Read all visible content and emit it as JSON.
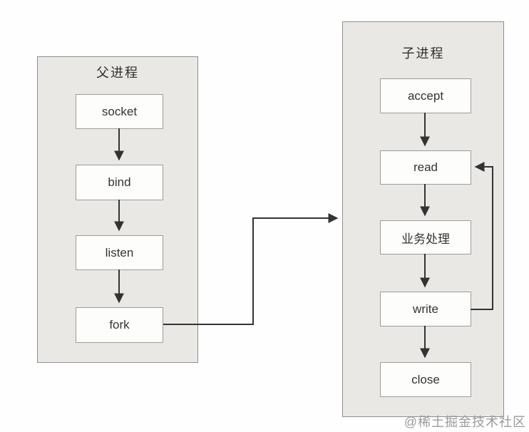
{
  "diagram": {
    "groups": [
      {
        "title": "父进程",
        "nodes": [
          "socket",
          "bind",
          "listen",
          "fork"
        ]
      },
      {
        "title": "子进程",
        "nodes": [
          "accept",
          "read",
          "业务处理",
          "write",
          "close"
        ]
      }
    ],
    "edges": [
      {
        "from": "socket",
        "to": "bind",
        "type": "down-arrow"
      },
      {
        "from": "bind",
        "to": "listen",
        "type": "down-arrow"
      },
      {
        "from": "listen",
        "to": "fork",
        "type": "down-arrow"
      },
      {
        "from": "fork",
        "to": "子进程",
        "type": "elbow-arrow"
      },
      {
        "from": "accept",
        "to": "read",
        "type": "down-arrow"
      },
      {
        "from": "read",
        "to": "业务处理",
        "type": "down-arrow"
      },
      {
        "from": "业务处理",
        "to": "write",
        "type": "down-arrow"
      },
      {
        "from": "write",
        "to": "close",
        "type": "down-arrow"
      },
      {
        "from": "write",
        "to": "read",
        "type": "loop-back-arrow"
      }
    ],
    "colors": {
      "group_fill": "#e9e8e5",
      "group_border": "#8f8f8f",
      "node_fill": "#fdfdfc",
      "node_border": "#9c9c9c",
      "arrow": "#333333",
      "text": "#2f2f2f",
      "watermark": "#9b9b9b"
    }
  },
  "watermark": "@稀土掘金技术社区"
}
